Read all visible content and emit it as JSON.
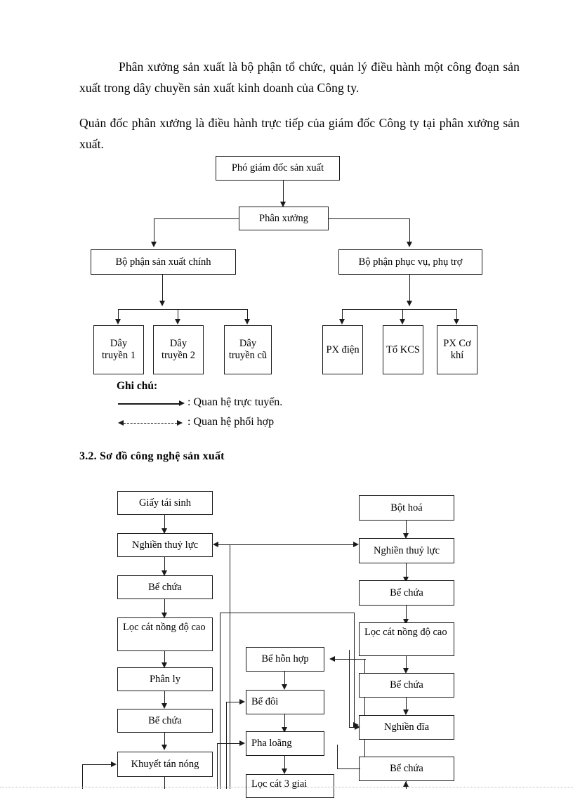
{
  "document": {
    "paragraphs": [
      "Phân xưởng sản xuất là bộ phận tổ chức, quản lý điều hành một công đoạn sản xuất trong dây chuyền sản xuất kinh doanh của Công ty.",
      "Quản đốc phân xưởng là điều hành trực tiếp của giám đốc Công ty tại phân xưởng sản xuất."
    ],
    "section_heading": "3.2. Sơ đồ công nghệ sản xuất"
  },
  "org_chart": {
    "nodes": {
      "deputy_director": "Phó giám đốc sản xuất",
      "workshop": "Phân xưởng",
      "main_production": "Bộ phận sản xuất chính",
      "support_services": "Bộ phận phục vụ, phụ trợ",
      "line1": "Dây truyền 1",
      "line2": "Dây truyền 2",
      "line_old": "Dây truyền cũ",
      "px_dien": "PX điện",
      "to_kcs": "Tổ KCS",
      "px_co_khi": "PX Cơ khí"
    },
    "legend": {
      "title": "Ghi chú:",
      "solid_label": ": Quan hệ trực tuyến.",
      "dashed_label": ": Quan hệ phối hợp"
    }
  },
  "process_chart": {
    "left_column": [
      "Giấy tái sinh",
      "Nghiền thuỷ lực",
      "Bể chứa",
      "Lọc cát nồng độ cao",
      "Phân ly",
      "Bể chứa",
      "Khuyết tán nóng"
    ],
    "middle_column": [
      "Bể hỗn hợp",
      "Bể đôi",
      "Pha loãng",
      "Lọc cát 3 giai"
    ],
    "right_column": [
      "Bột hoá",
      "Nghiền thuỷ lực",
      "Bể chứa",
      "Lọc cát nồng độ cao",
      "Bể chứa",
      "Nghiền đĩa",
      "Bể chứa"
    ]
  },
  "colors": {
    "ink": "#1a1a1a",
    "page": "#ffffff"
  }
}
